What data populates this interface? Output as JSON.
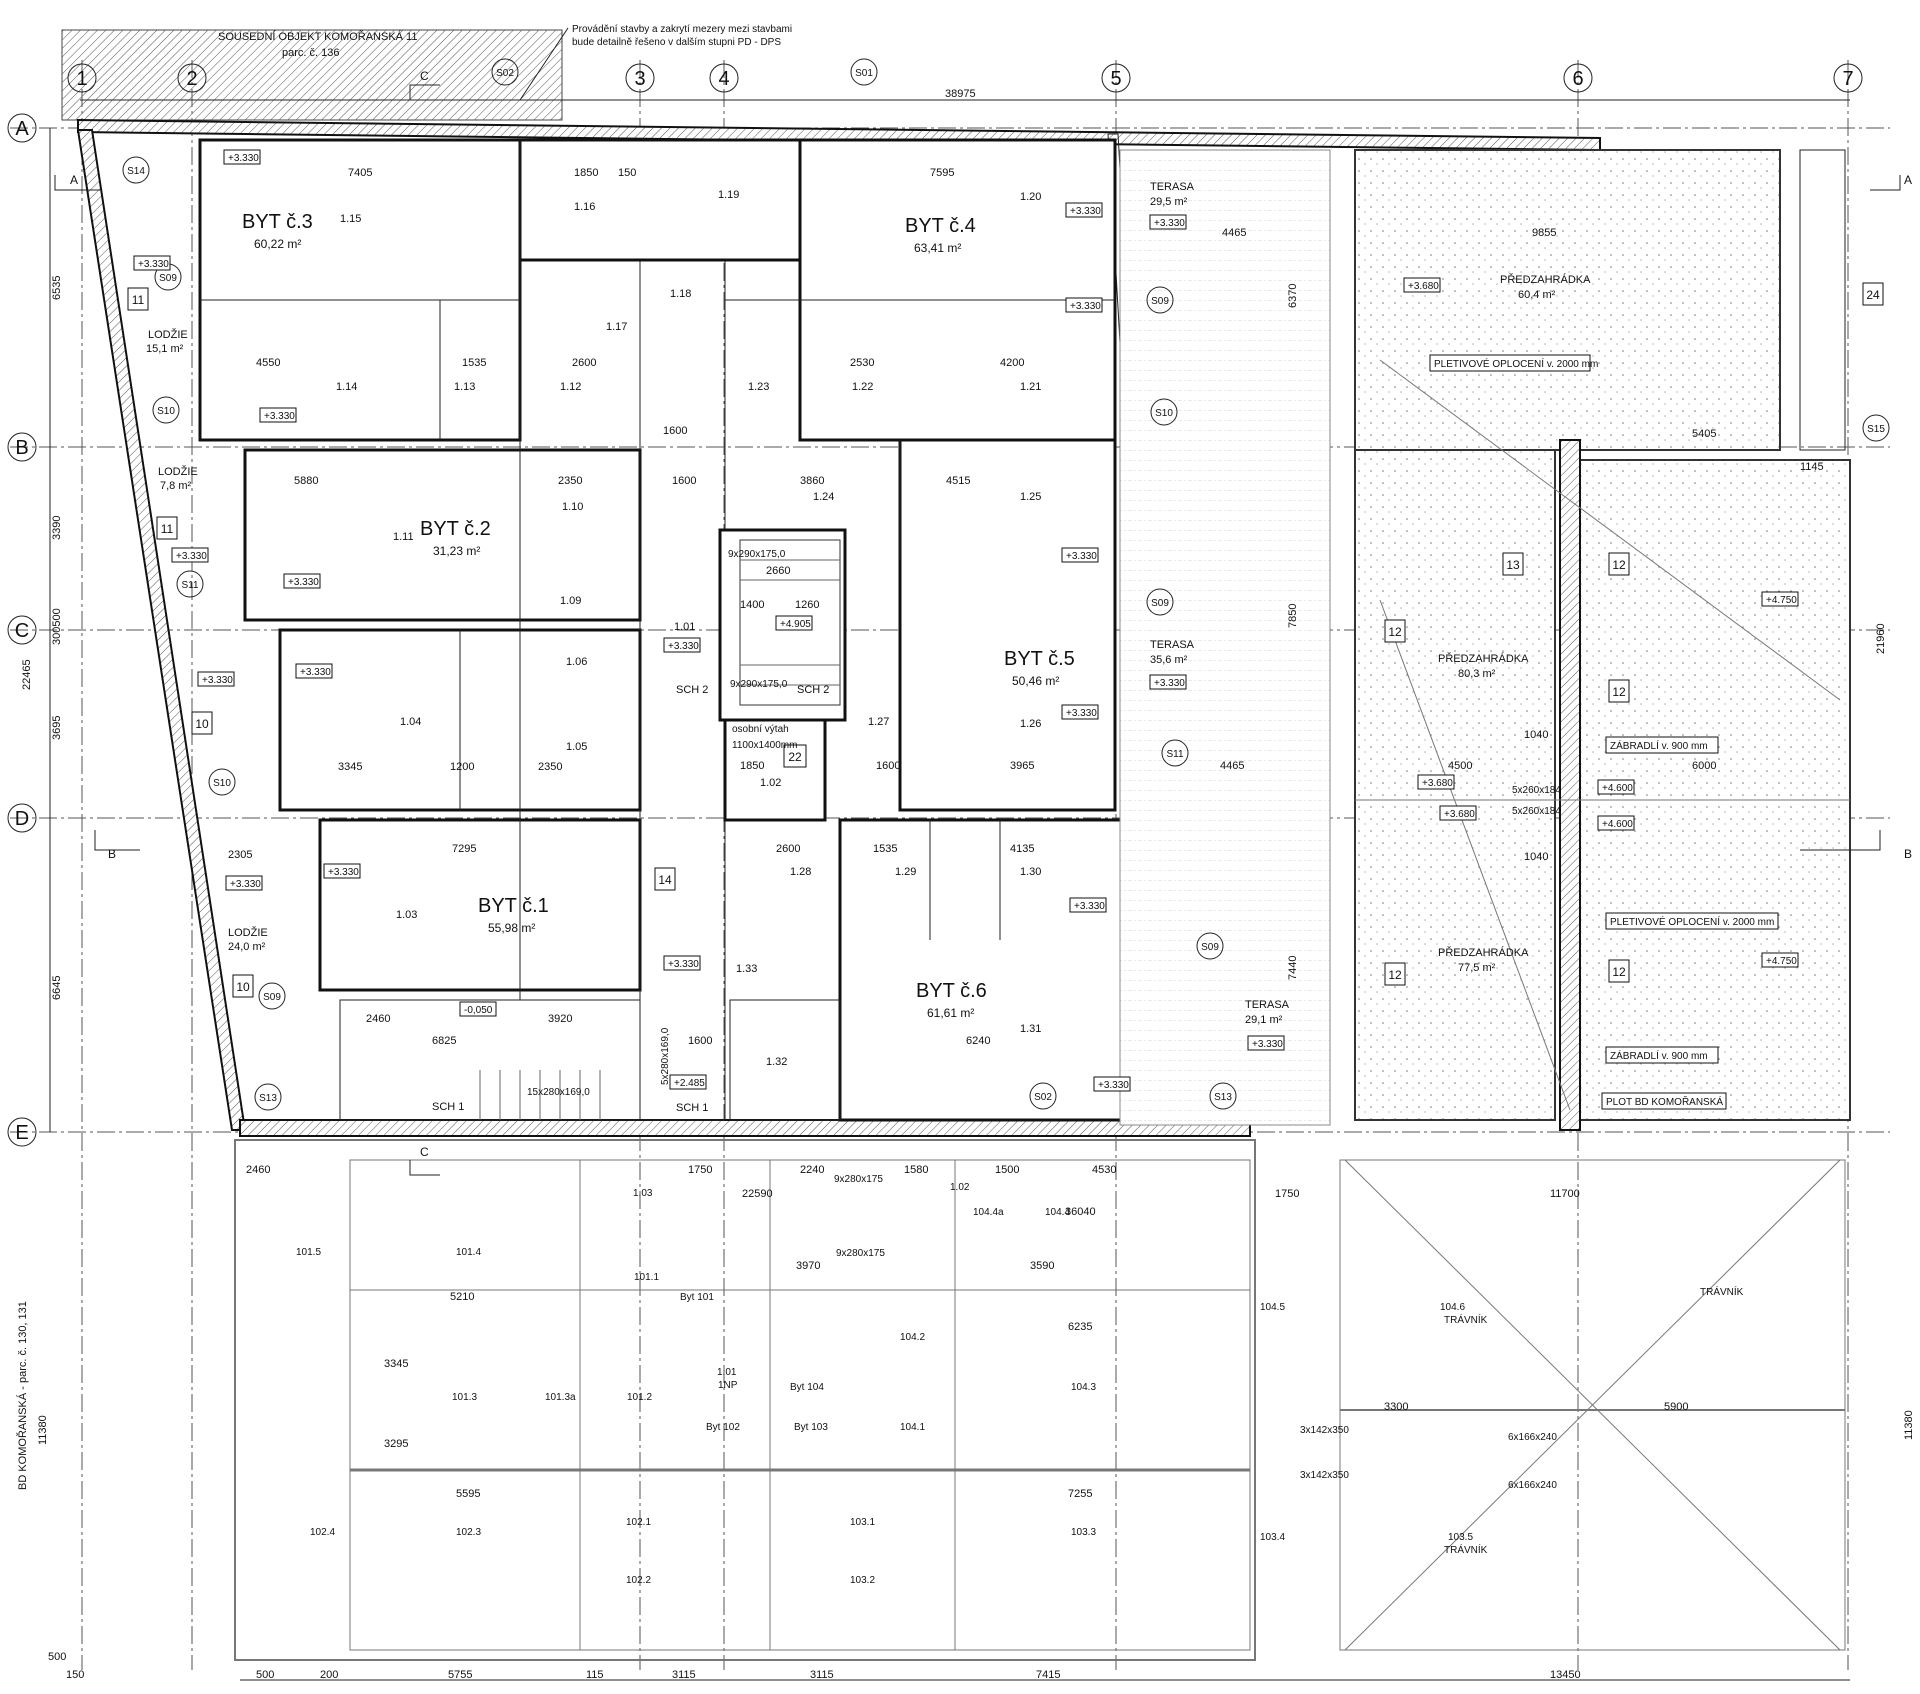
{
  "notes": {
    "neighbor_title": "SOUSEDNÍ OBJEKT KOMOŘANSKÁ 11",
    "neighbor_parcel": "parc. č. 136",
    "detail_note_1": "Provádění stavby a zakrytí mezery mezi stavbami",
    "detail_note_2": "bude detailně řešeno v dalším stupni PD - DPS",
    "side_label": "BD KOMOŘANSKÁ - parc. č. 130, 131"
  },
  "axes": {
    "numbers": [
      "1",
      "2",
      "3",
      "4",
      "5",
      "6",
      "7"
    ],
    "letters": [
      "A",
      "B",
      "C",
      "D",
      "E"
    ]
  },
  "sections": {
    "a": "A",
    "b": "B",
    "c": "C"
  },
  "section_tags": {
    "s01": "S01",
    "s02_top": "S02",
    "s02_bot": "S02",
    "s09_a": "S09",
    "s09_b": "S09",
    "s09_c": "S09",
    "s09_d": "S09",
    "s09_e": "S09",
    "s10_a": "S10",
    "s10_b": "S10",
    "s10_c": "S10",
    "s11_a": "S11",
    "s11_b": "S11",
    "s13_a": "S13",
    "s13_b": "S13",
    "s14": "S14",
    "s15": "S15"
  },
  "boxes": {
    "b10a": "10",
    "b10b": "10",
    "b11a": "11",
    "b11b": "11",
    "b12a": "12",
    "b12b": "12",
    "b12c": "12",
    "b12d": "12",
    "b12e": "12",
    "b13": "13",
    "b14": "14",
    "b22": "22",
    "b24": "24"
  },
  "apartments": [
    {
      "name": "BYT č.3",
      "area": "60,22 m²"
    },
    {
      "name": "BYT č.4",
      "area": "63,41 m²"
    },
    {
      "name": "BYT č.2",
      "area": "31,23 m²"
    },
    {
      "name": "BYT č.5",
      "area": "50,46 m²"
    },
    {
      "name": "BYT č.1",
      "area": "55,98 m²"
    },
    {
      "name": "BYT č.6",
      "area": "61,61 m²"
    }
  ],
  "outdoor": {
    "lodzie1": "LODŽIE",
    "lodzie1_area": "15,1 m²",
    "lodzie2": "LODŽIE",
    "lodzie2_area": "7,8 m²",
    "lodzie3": "LODŽIE",
    "lodzie3_area": "24,0 m²",
    "terasa1": "TERASA",
    "terasa1_area": "29,5 m²",
    "terasa2": "TERASA",
    "terasa2_area": "35,6 m²",
    "terasa3": "TERASA",
    "terasa3_area": "29,1 m²",
    "garden1": "PŘEDZAHRÁDKA",
    "garden1_area": "60,4 m²",
    "garden2": "PŘEDZAHRÁDKA",
    "garden2_area": "80,3 m²",
    "garden3": "PŘEDZAHRÁDKA",
    "garden3_area": "77,5 m²",
    "fence1": "PLETIVOVÉ OPLOCENÍ v. 2000 mm",
    "fence2": "PLETIVOVÉ OPLOCENÍ v. 2000 mm",
    "rail1": "ZÁBRADLÍ v. 900 mm",
    "rail2": "ZÁBRADLÍ v. 900 mm",
    "plot": "PLOT BD KOMOŘANSKÁ"
  },
  "rooms": {
    "r115": "1.15",
    "r116": "1.16",
    "r117": "1.17",
    "r118": "1.18",
    "r119": "1.19",
    "r120": "1.20",
    "r114": "1.14",
    "r113": "1.13",
    "r112": "1.12",
    "r123": "1.23",
    "r122": "1.22",
    "r121": "1.21",
    "r111": "1.11",
    "r110": "1.10",
    "r109": "1.09",
    "r124": "1.24",
    "r125": "1.25",
    "r101": "1.01",
    "r106": "1.06",
    "r104": "1.04",
    "r105": "1.05",
    "r126": "1.26",
    "r127": "1.27",
    "r102": "1.02",
    "r103": "1.03",
    "r128": "1.28",
    "r129": "1.29",
    "r130": "1.30",
    "r133": "1.33",
    "r132": "1.32",
    "r131": "1.31",
    "g1015": "101.5",
    "g1014": "101.4",
    "g1013": "101.3",
    "g1013a": "101.3a",
    "g1012": "101.2",
    "g1011": "101.1",
    "g101": "1.01",
    "g1np": "1NP",
    "g1044a": "104.4a",
    "g1044": "104.4",
    "g1045": "104.5",
    "g1046": "104.6",
    "g1043": "104.3",
    "g1042": "104.2",
    "g1041": "104.1",
    "g103": "1.03",
    "g102": "1.02",
    "g1024": "102.4",
    "g1023": "102.3",
    "g1021": "102.1",
    "g1022": "102.2",
    "g1031": "103.1",
    "g1032": "103.2",
    "g1033": "103.3",
    "g1034": "103.4",
    "g1035": "103.5",
    "byt101": "Byt 101",
    "byt102": "Byt 102",
    "byt103": "Byt 103",
    "byt104": "Byt 104",
    "travnik1": "TRÁVNÍK",
    "travnik2": "TRÁVNÍK",
    "travnik3": "TRÁVNÍK"
  },
  "stairs": {
    "sch1a": "SCH 1",
    "sch1b": "SCH 1",
    "sch2a": "SCH 2",
    "sch2b": "SCH 2",
    "st1": "9x290x175,0",
    "st2": "9x290x175,0",
    "st3": "15x280x169,0",
    "st4": "5x280x169,0",
    "st5": "9x280x175",
    "st6": "9x280x175",
    "lift": "osobní výtah",
    "lift_size": "1100x1400mm",
    "ext1": "5x260x184",
    "ext2": "5x260x184",
    "ext3": "3x142x350",
    "ext4": "3x142x350",
    "ext5": "6x166x240",
    "ext6": "6x166x240"
  },
  "levels": {
    "l1": "+3.330",
    "l2": "+3.330",
    "l3": "+3.330",
    "l4": "+3.330",
    "l5": "+3.330",
    "l6": "+3.330",
    "l7": "+3.330",
    "l8": "+3.330",
    "l9": "+3.330",
    "l10": "+3.330",
    "l11": "+3.330",
    "l12": "+3.330",
    "l13": "+3.330",
    "l14": "+3.330",
    "l15": "+3.330",
    "l16": "+3.330",
    "l17": "+3.330",
    "l18": "+3.330",
    "l19": "+3.330",
    "l20": "+3.330",
    "l21": "-0,050",
    "l22": "+2.485",
    "l23": "+4.905",
    "l24": "+3.680",
    "l25": "+3.680",
    "l26": "+3.680",
    "l27": "+4.600",
    "l28": "+4.600",
    "l29": "+4.750",
    "l30": "+4.750"
  },
  "dims": {
    "d38975": "38975",
    "d7405": "7405",
    "d1850": "1850",
    "d150a": "150",
    "d7595": "7595",
    "d4550": "4550",
    "d1535": "1535",
    "d2600": "2600",
    "d2530": "2530",
    "d4200": "4200",
    "d5880": "5880",
    "d2350a": "2350",
    "d1600a": "1600",
    "d3860": "3860",
    "d4515": "4515",
    "d2660": "2660",
    "d1400": "1400",
    "d1260": "1260",
    "d3345": "3345",
    "d1200": "1200",
    "d2350b": "2350",
    "d1600b": "1600",
    "d1850b": "1850",
    "d1600c": "1600",
    "d3965": "3965",
    "d4465a": "4465",
    "d4465b": "4465",
    "d9855": "9855",
    "d5405": "5405",
    "d1145": "1145",
    "d7295": "7295",
    "d2305": "2305",
    "d2600b": "2600",
    "d1535b": "1535",
    "d4135": "4135",
    "d2460": "2460",
    "d3920": "3920",
    "d6825": "6825",
    "d6240": "6240",
    "d1600d": "1600",
    "d4500": "4500",
    "d6000": "6000",
    "d1040a": "1040",
    "d1040b": "1040",
    "v6535": "6535",
    "v3390": "3390",
    "v22465": "22465",
    "v3695": "3695",
    "v6645": "6645",
    "v300500": "300500",
    "v6370": "6370",
    "v7850": "7850",
    "v7440": "7440",
    "v21960": "21960",
    "g22590": "22590",
    "g36040": "36040",
    "g11700": "11700",
    "g1750a": "1750",
    "g1750b": "1750",
    "g2240": "2240",
    "g1580": "1580",
    "g1500": "1500",
    "g4530": "4530",
    "g3970": "3970",
    "g3590": "3590",
    "g5210": "5210",
    "g6235": "6235",
    "g3345": "3345",
    "g3295": "3295",
    "g5595": "5595",
    "g7255": "7255",
    "g3300": "3300",
    "g5900": "5900",
    "g2460": "2460",
    "b500a": "500",
    "b200": "200",
    "b5755": "5755",
    "b115": "115",
    "b3115a": "3115",
    "b3115b": "3115",
    "b7415": "7415",
    "b13450": "13450",
    "b150": "150",
    "b500b": "500",
    "v11380a": "11380",
    "v11380b": "11380"
  }
}
